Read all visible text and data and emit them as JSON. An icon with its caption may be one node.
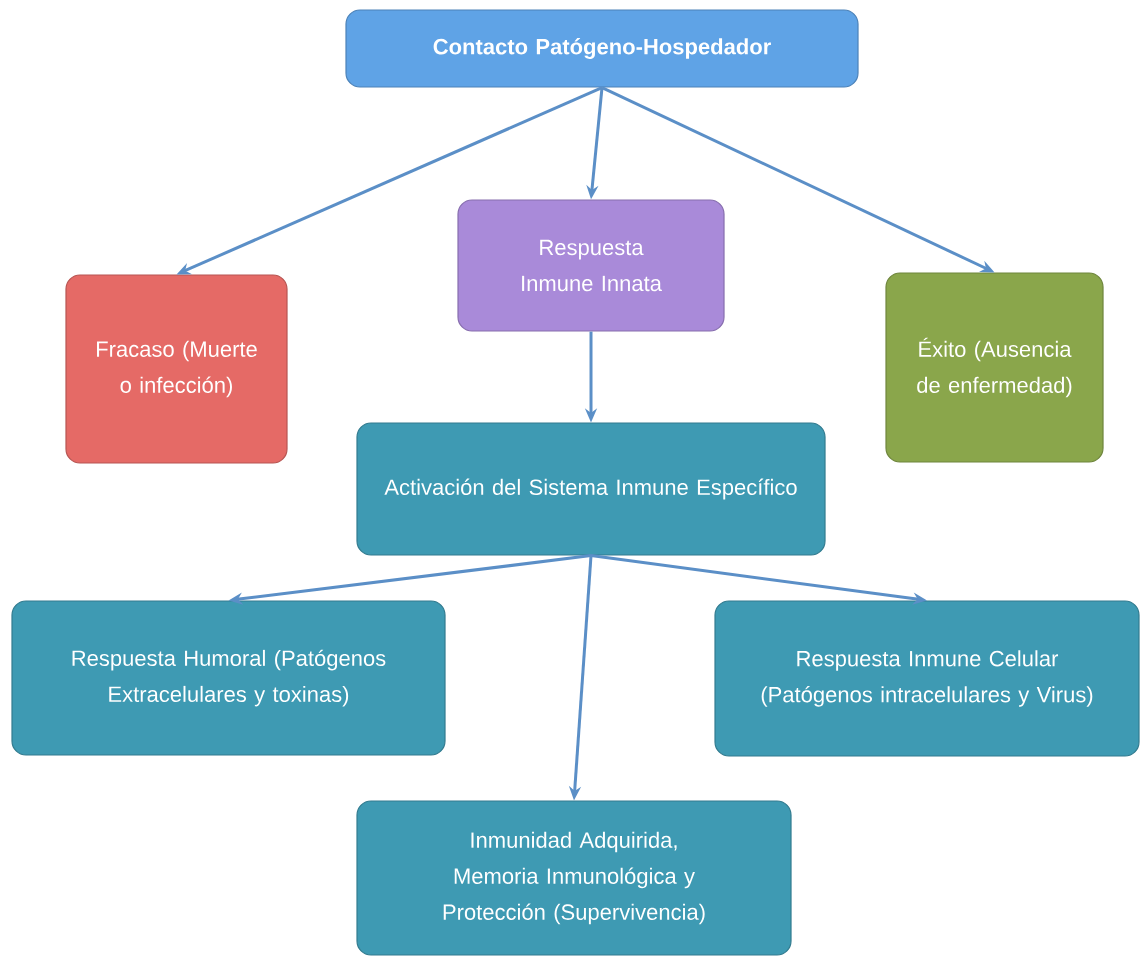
{
  "diagram": {
    "nodes": [
      {
        "text": [
          "Contacto Patógeno-Hospedador"
        ]
      },
      {
        "text": [
          "Respuesta Inmune Innata"
        ]
      },
      {
        "text": [
          "Fracaso (Muerte o infección)"
        ]
      },
      {
        "text": [
          "Éxito (Ausencia de enfermedad)"
        ]
      },
      {
        "text": [
          "Activación del Sistema Inmune Específico"
        ]
      },
      {
        "text": [
          "Respuesta Humoral (Patógenos Extracelulares y toxinas)"
        ]
      },
      {
        "text": [
          "Respuesta Inmune Celular (Patógenos intracelulares y Virus)"
        ]
      },
      {
        "text": [
          "Inmunidad Adquirida, Memoria Inmunológica y Protección (Supervivencia)"
        ]
      }
    ],
    "edges": [
      {
        "from": 0,
        "to": 2,
        "arrow": "to"
      },
      {
        "from": 0,
        "to": 1,
        "arrow": "to"
      },
      {
        "from": 0,
        "to": 3,
        "arrow": "to"
      },
      {
        "from": 1,
        "to": 4,
        "arrow": "to"
      },
      {
        "from": 4,
        "to": 5,
        "arrow": "to"
      },
      {
        "from": 4,
        "to": 7,
        "arrow": "to"
      },
      {
        "from": 4,
        "to": 6,
        "arrow": "to"
      }
    ]
  }
}
